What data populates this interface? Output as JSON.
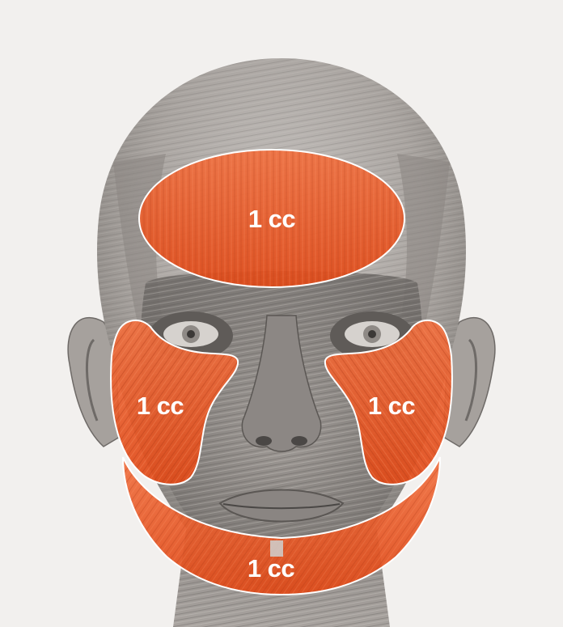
{
  "diagram": {
    "subject": "anterior facial musculature",
    "highlight_color": "#ee5a22",
    "outline_color": "#ffffff",
    "zones": [
      {
        "id": "forehead",
        "label": "1 cc"
      },
      {
        "id": "left-cheek",
        "label": "1 cc"
      },
      {
        "id": "right-cheek",
        "label": "1 cc"
      },
      {
        "id": "jaw",
        "label": "1 cc"
      }
    ]
  }
}
